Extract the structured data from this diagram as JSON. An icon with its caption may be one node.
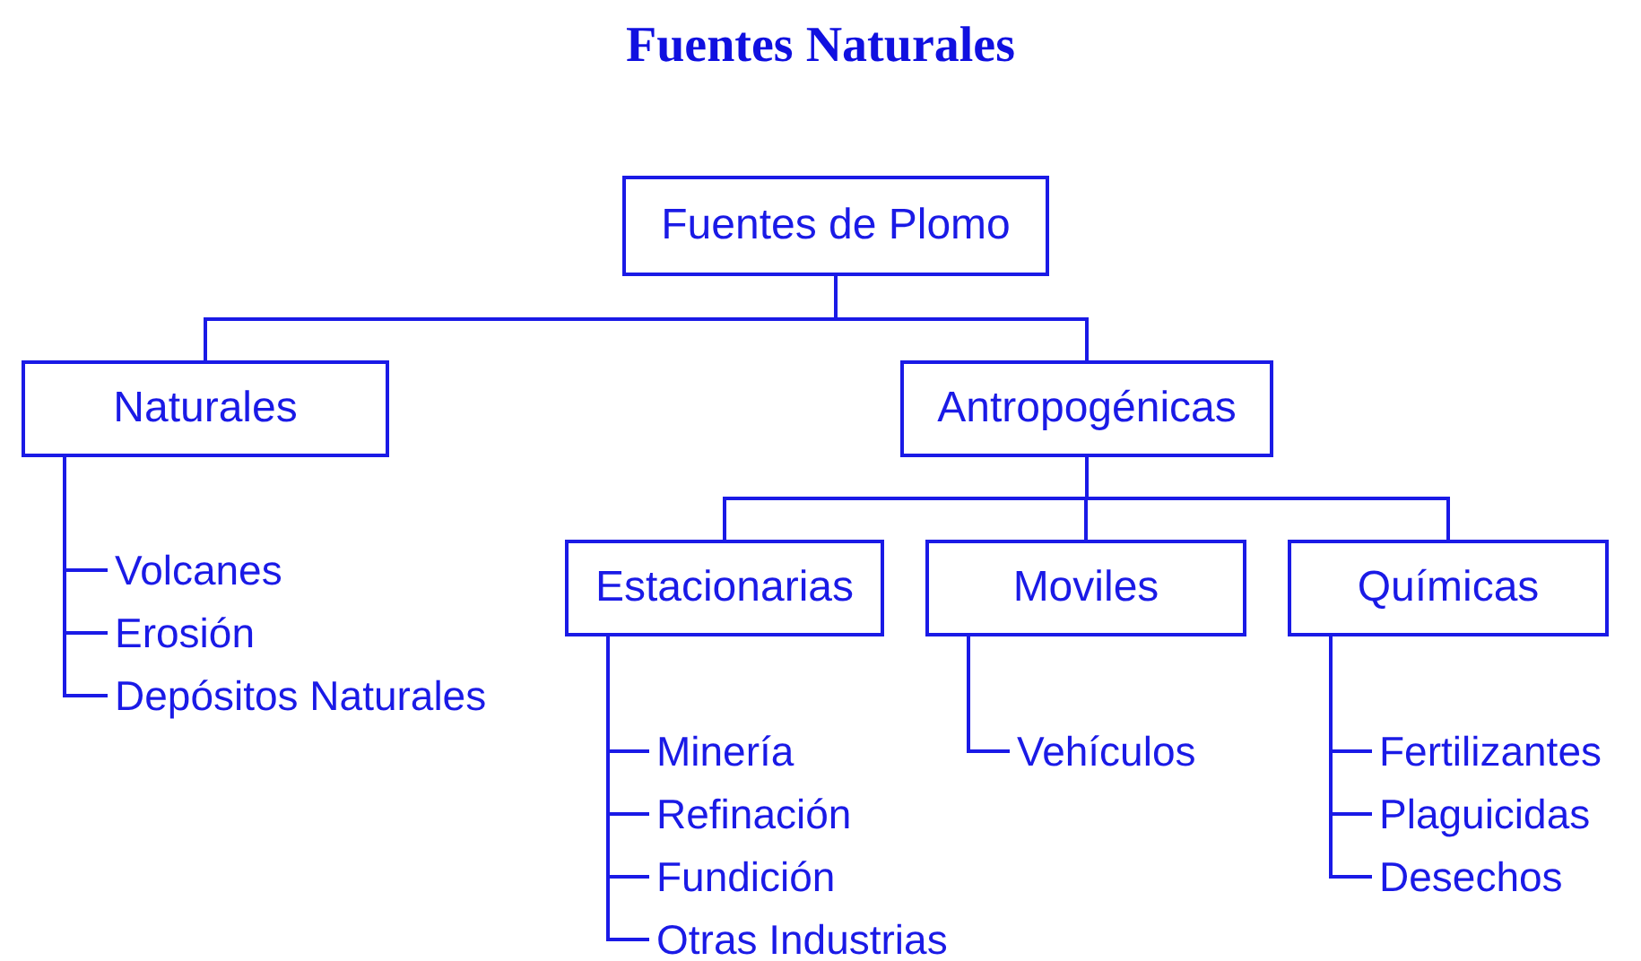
{
  "diagram": {
    "title": "Fuentes Naturales",
    "nodes": [
      {
        "text": [
          "Fuentes de Plomo"
        ]
      },
      {
        "text": [
          "Naturales"
        ]
      },
      {
        "text": [
          "Antropogénicas"
        ]
      },
      {
        "text": [
          "Volcanes"
        ]
      },
      {
        "text": [
          "Erosión"
        ]
      },
      {
        "text": [
          "Depósitos Naturales"
        ]
      },
      {
        "text": [
          "Estacionarias"
        ]
      },
      {
        "text": [
          "Moviles"
        ]
      },
      {
        "text": [
          "Químicas"
        ]
      },
      {
        "text": [
          "Minería"
        ]
      },
      {
        "text": [
          "Refinación"
        ]
      },
      {
        "text": [
          "Fundición"
        ]
      },
      {
        "text": [
          "Otras Industrias"
        ]
      },
      {
        "text": [
          "Vehículos"
        ]
      },
      {
        "text": [
          "Fertilizantes"
        ]
      },
      {
        "text": [
          "Plaguicidas"
        ]
      },
      {
        "text": [
          "Desechos"
        ]
      }
    ],
    "edges": [
      {
        "from": 0,
        "to": 1,
        "arrow": "none"
      },
      {
        "from": 0,
        "to": 2,
        "arrow": "none"
      },
      {
        "from": 1,
        "to": 3,
        "arrow": "none"
      },
      {
        "from": 1,
        "to": 4,
        "arrow": "none"
      },
      {
        "from": 1,
        "to": 5,
        "arrow": "none"
      },
      {
        "from": 2,
        "to": 6,
        "arrow": "none"
      },
      {
        "from": 2,
        "to": 7,
        "arrow": "none"
      },
      {
        "from": 2,
        "to": 8,
        "arrow": "none"
      },
      {
        "from": 6,
        "to": 9,
        "arrow": "none"
      },
      {
        "from": 6,
        "to": 10,
        "arrow": "none"
      },
      {
        "from": 6,
        "to": 11,
        "arrow": "none"
      },
      {
        "from": 6,
        "to": 12,
        "arrow": "none"
      },
      {
        "from": 7,
        "to": 13,
        "arrow": "none"
      },
      {
        "from": 8,
        "to": 14,
        "arrow": "none"
      },
      {
        "from": 8,
        "to": 15,
        "arrow": "none"
      },
      {
        "from": 8,
        "to": 16,
        "arrow": "none"
      }
    ]
  }
}
